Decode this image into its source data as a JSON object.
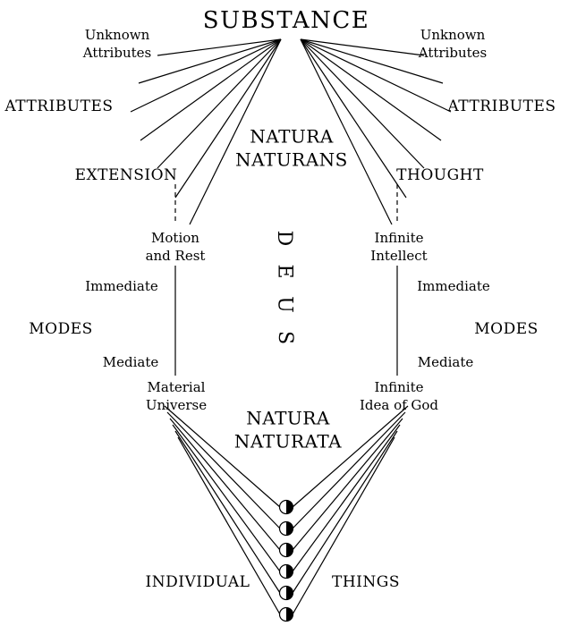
{
  "page": {
    "background": "#ffffff",
    "line_color": "#000000"
  },
  "diagram": {
    "substance": "SUBSTANCE",
    "natura_naturans": {
      "line1": "NATURA",
      "line2": "NATURANS"
    },
    "natura_naturata": {
      "line1": "NATURA",
      "line2": "NATURATA"
    },
    "deus": {
      "letters": [
        "D",
        "E",
        "U",
        "S"
      ]
    },
    "left": {
      "unknown_attributes": {
        "line1": "Unknown",
        "line2": "Attributes"
      },
      "attributes": "ATTRIBUTES",
      "attribute_name": "EXTENSION",
      "immediate_mode": {
        "line1": "Motion",
        "line2": "and Rest"
      },
      "immediate_label": "Immediate",
      "modes_label": "MODES",
      "mediate_label": "Mediate",
      "mediate_mode": {
        "line1": "Material",
        "line2": "Universe"
      }
    },
    "right": {
      "unknown_attributes": {
        "line1": "Unknown",
        "line2": "Attributes"
      },
      "attributes": "ATTRIBUTES",
      "attribute_name": "THOUGHT",
      "immediate_mode": {
        "line1": "Infinite",
        "line2": "Intellect"
      },
      "immediate_label": "Immediate",
      "modes_label": "MODES",
      "mediate_label": "Mediate",
      "mediate_mode": {
        "line1": "Infinite",
        "line2": "Idea of God"
      }
    },
    "bottom": {
      "individual": "INDIVIDUAL",
      "things": "THINGS"
    }
  }
}
